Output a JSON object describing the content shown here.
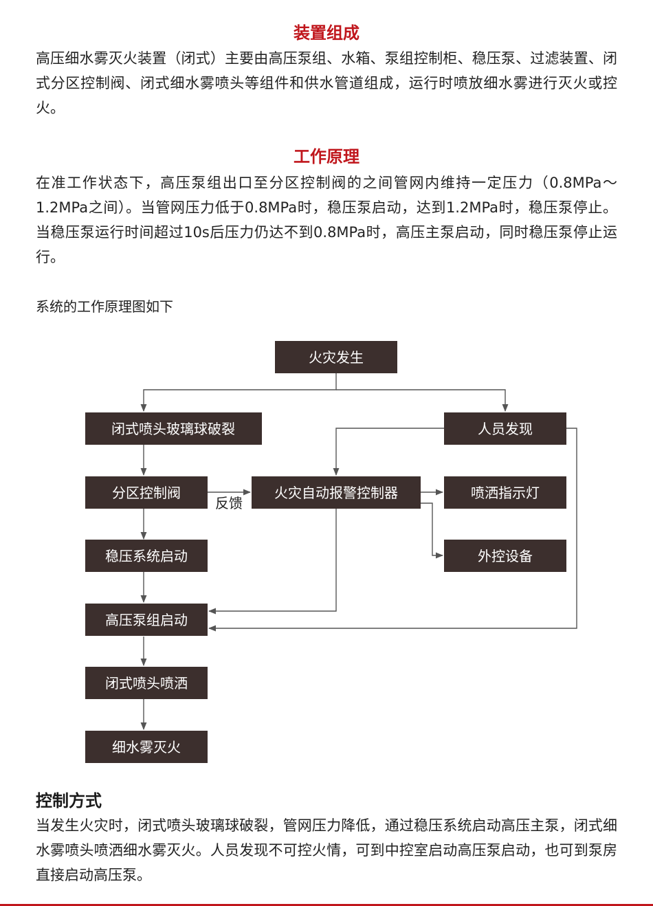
{
  "composition": {
    "title": "装置组成",
    "body": "高压细水雾灭火装置（闭式）主要由高压泵组、水箱、泵组控制柜、稳压泵、过滤装置、闭式分区控制阀、闭式细水雾喷头等组件和供水管道组成，运行时喷放细水雾进行灭火或控火。"
  },
  "principle": {
    "title": "工作原理",
    "body": "在准工作状态下，高压泵组出口至分区控制阀的之间管网内维持一定压力（0.8MPa～1.2MPa之间）。当管网压力低于0.8MPa时，稳压泵启动，达到1.2MPa时，稳压泵停止。当稳压泵运行时间超过10s后压力仍达不到0.8MPa时，高压主泵启动，同时稳压泵停止运行。"
  },
  "diagram": {
    "caption": "系统的工作原理图如下",
    "colors": {
      "box": "#3c2f2d",
      "box_text": "#ffffff",
      "line": "#555555"
    },
    "nodes": {
      "fire": "火灾发生",
      "glass_break": "闭式喷头玻璃球破裂",
      "person": "人员发现",
      "zone_valve": "分区控制阀",
      "alarm_ctrl": "火灾自动报警控制器",
      "spray_lamp": "喷洒指示灯",
      "external": "外控设备",
      "stabilizer": "稳压系统启动",
      "hp_pump": "高压泵组启动",
      "nozzle_spray": "闭式喷头喷洒",
      "extinguish": "细水雾灭火"
    },
    "feedback_label": "反馈"
  },
  "control": {
    "title": "控制方式",
    "body": "当发生火灾时，闭式喷头玻璃球破裂，管网压力降低，通过稳压系统启动高压主泵，闭式细水雾喷头喷洒细水雾灭火。人员发现不可控火情，可到中控室启动高压泵启动，也可到泵房直接启动高压泵。"
  },
  "accent_color": "#c0161c"
}
